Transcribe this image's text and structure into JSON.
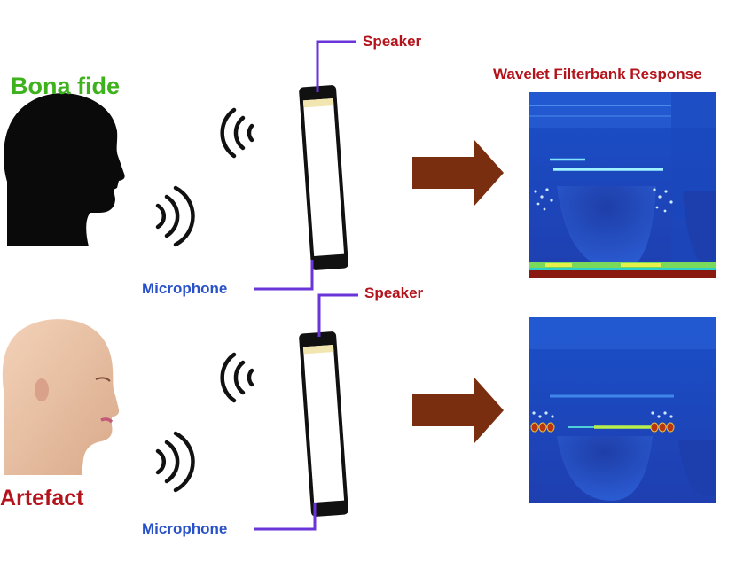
{
  "title": "Wavelet Filterbank Response",
  "rows": [
    {
      "label": "Bona fide",
      "speaker_label": "Speaker",
      "microphone_label": "Microphone",
      "subject_icon": "silhouette-head-icon",
      "spectrogram": "bonafide-spectrogram"
    },
    {
      "label": "Artefact",
      "speaker_label": "Speaker",
      "microphone_label": "Microphone",
      "subject_icon": "mannequin-head-icon",
      "spectrogram": "artefact-spectrogram"
    }
  ],
  "colors": {
    "bonafide_label": "#3db21c",
    "artefact_label": "#b3131b",
    "speaker_label": "#b3131b",
    "microphone_label": "#2a52c8",
    "title": "#b3131b",
    "leader_line": "#6a35d8",
    "arrow": "#7a2e10"
  }
}
